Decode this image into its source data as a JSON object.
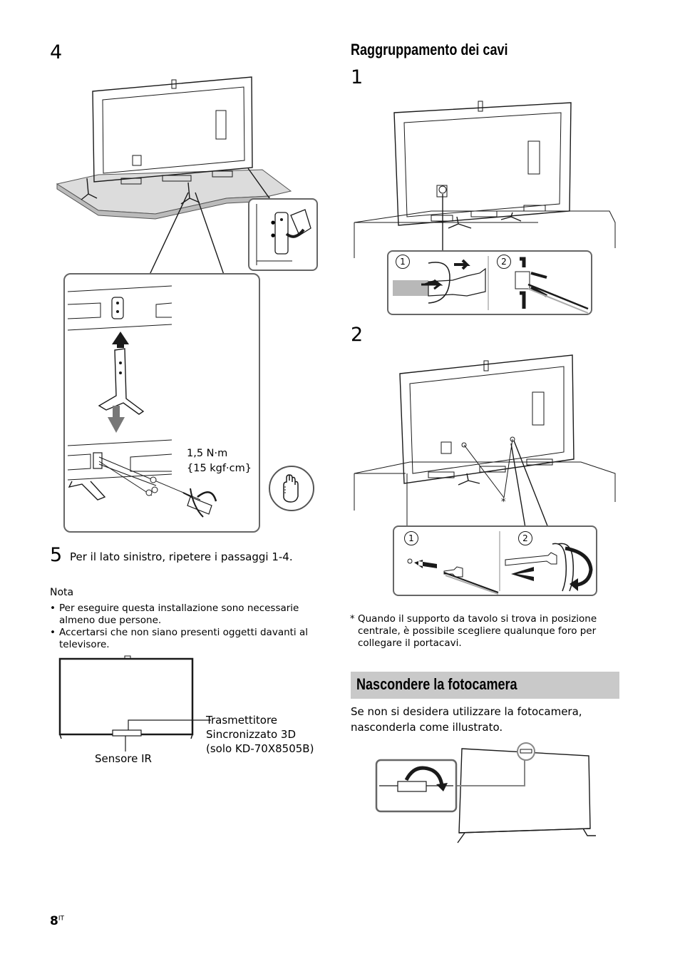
{
  "left": {
    "step4": "4",
    "torque_line1": "1,5 N·m",
    "torque_line2": "{15 kgf·cm}",
    "step5_number": "5",
    "step5_text": "Per il lato sinistro, ripetere i passaggi 1-4.",
    "note_title": "Nota",
    "notes": [
      "Per eseguire questa installazione sono necessarie almeno due persone.",
      "Accertarsi che non siano presenti oggetti davanti al televisore."
    ],
    "label_transmitter": "Trasmettitore Sincronizzato 3D (solo KD-70X8505B)",
    "label_ir": "Sensore IR"
  },
  "right": {
    "cable_heading": "Raggruppamento dei cavi",
    "step1": "1",
    "step2": "2",
    "callout_1": "1",
    "callout_2": "2",
    "asterisk": "*",
    "footnote_mark": "*",
    "footnote_text": "Quando il supporto da tavolo si trova in posizione centrale, è possibile scegliere qualunque foro per collegare il portacavi.",
    "camera_heading": "Nascondere la fotocamera",
    "camera_text": "Se non si desidera utilizzare la fotocamera, nasconderla come illustrato."
  },
  "footer": {
    "page_number": "8",
    "page_suffix": "IT"
  },
  "colors": {
    "heading_band": "#c9c9c9",
    "outline": "#1a1a1a"
  }
}
